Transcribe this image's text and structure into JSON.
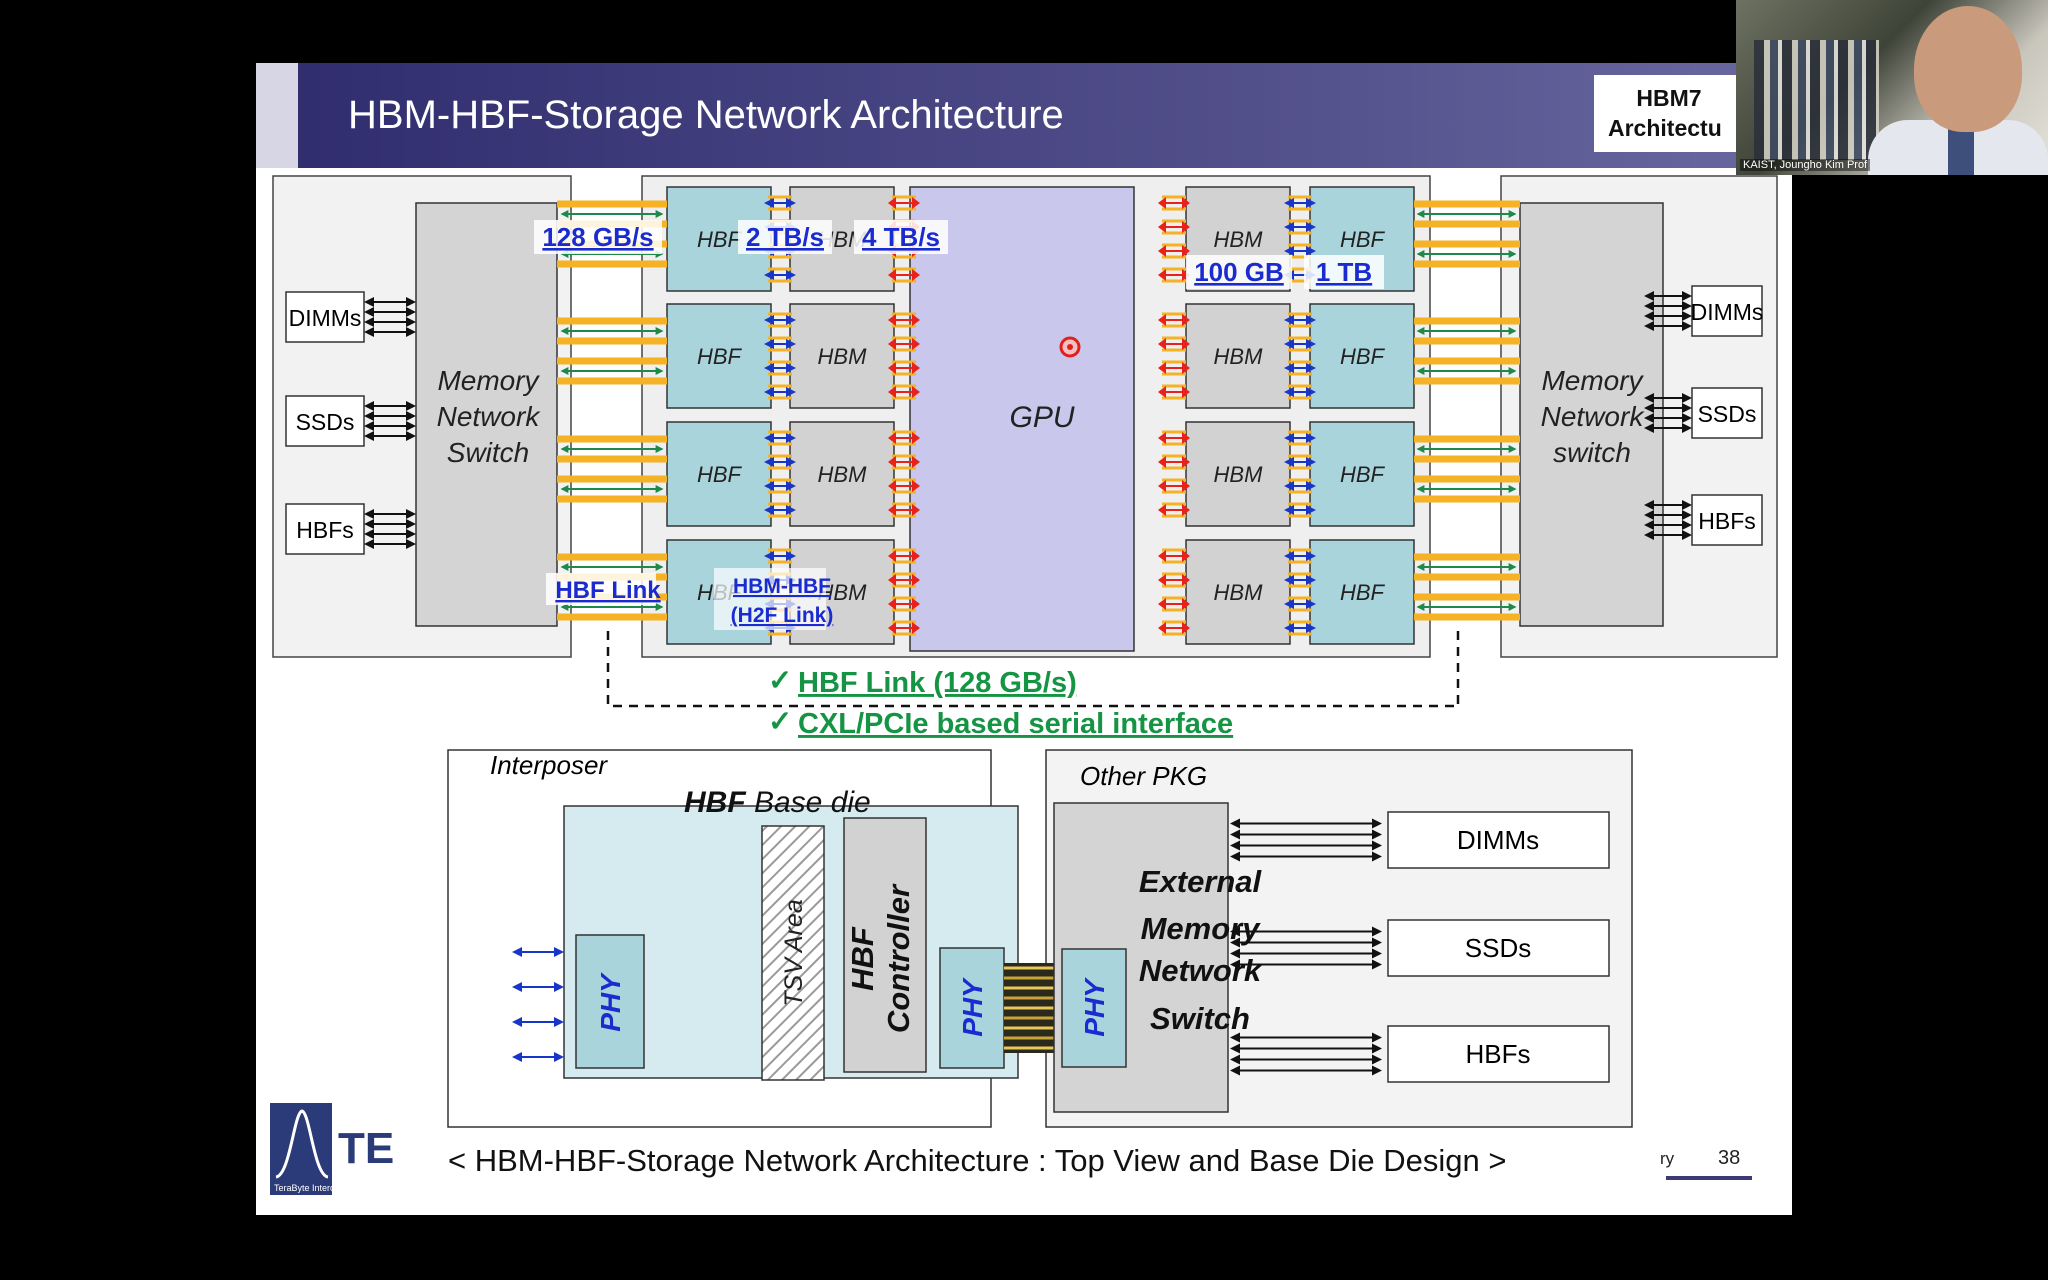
{
  "slide": {
    "title": "HBM-HBF-Storage Network Architecture",
    "corner_label_line1": "HBM7",
    "corner_label_line2": "Architectu",
    "caption": "< HBM-HBF-Storage Network Architecture : Top View and Base Die Design >",
    "footer_fragment": "ry",
    "page_number": "38",
    "logo_text": "TE",
    "logo_subtext": "TeraByte Interconnection ar"
  },
  "webcam": {
    "caption": "KAIST, Joungho Kim Prof"
  },
  "top_view": {
    "left_switch": "Memory\nNetwork\nSwitch",
    "right_switch": "Memory\nNetwork\nswitch",
    "left_devices": [
      "DIMMs",
      "SSDs",
      "HBFs"
    ],
    "right_devices": [
      "DIMMs",
      "SSDs",
      "HBFs"
    ],
    "gpu": "GPU",
    "left_stacks": [
      {
        "hbf": "HBF",
        "hbm": "HBM"
      },
      {
        "hbf": "HBF",
        "hbm": "HBM"
      },
      {
        "hbf": "HBF",
        "hbm": "HBM"
      },
      {
        "hbf": "HBF",
        "hbm": "HBM"
      }
    ],
    "right_stacks": [
      {
        "hbm": "HBM",
        "hbf": "HBF"
      },
      {
        "hbm": "HBM",
        "hbf": "HBF"
      },
      {
        "hbm": "HBM",
        "hbf": "HBF"
      },
      {
        "hbm": "HBM",
        "hbf": "HBF"
      }
    ],
    "labels": {
      "bw_switch": "128 GB/s",
      "bw_h2f": "2 TB/s",
      "bw_gpu": "4 TB/s",
      "cap_hbm": "100 GB",
      "cap_hbf": "1 TB",
      "hbf_link": "HBF Link",
      "h2f_line1": "HBM-HBF",
      "h2f_line2": "(H2F Link)"
    },
    "notes": [
      "HBF Link (128 GB/s)",
      "CXL/PCIe based serial interface"
    ],
    "check_glyph": "✓"
  },
  "base_die": {
    "interposer": "Interposer",
    "base_die_bold": "HBF",
    "base_die_rest": " Base die",
    "tsv": "TSV Area",
    "controller_line1": "HBF",
    "controller_line2": "Controller",
    "phy": "PHY",
    "other_pkg": "Other PKG",
    "external_switch": [
      "External",
      "Memory",
      "Network",
      "Switch"
    ],
    "devices": [
      "DIMMs",
      "SSDs",
      "HBFs"
    ]
  },
  "colors": {
    "title_band": "#3b3878",
    "hbf": "#a9d4dc",
    "hbm": "#d2d2d2",
    "gpu": "#c9c8ec",
    "link_yellow": "#f4b224",
    "link_green": "#1e8a4a",
    "link_blue": "#1736c8",
    "link_red": "#e8221a",
    "note_green": "#159444",
    "label_blue": "#1a2bd0"
  }
}
